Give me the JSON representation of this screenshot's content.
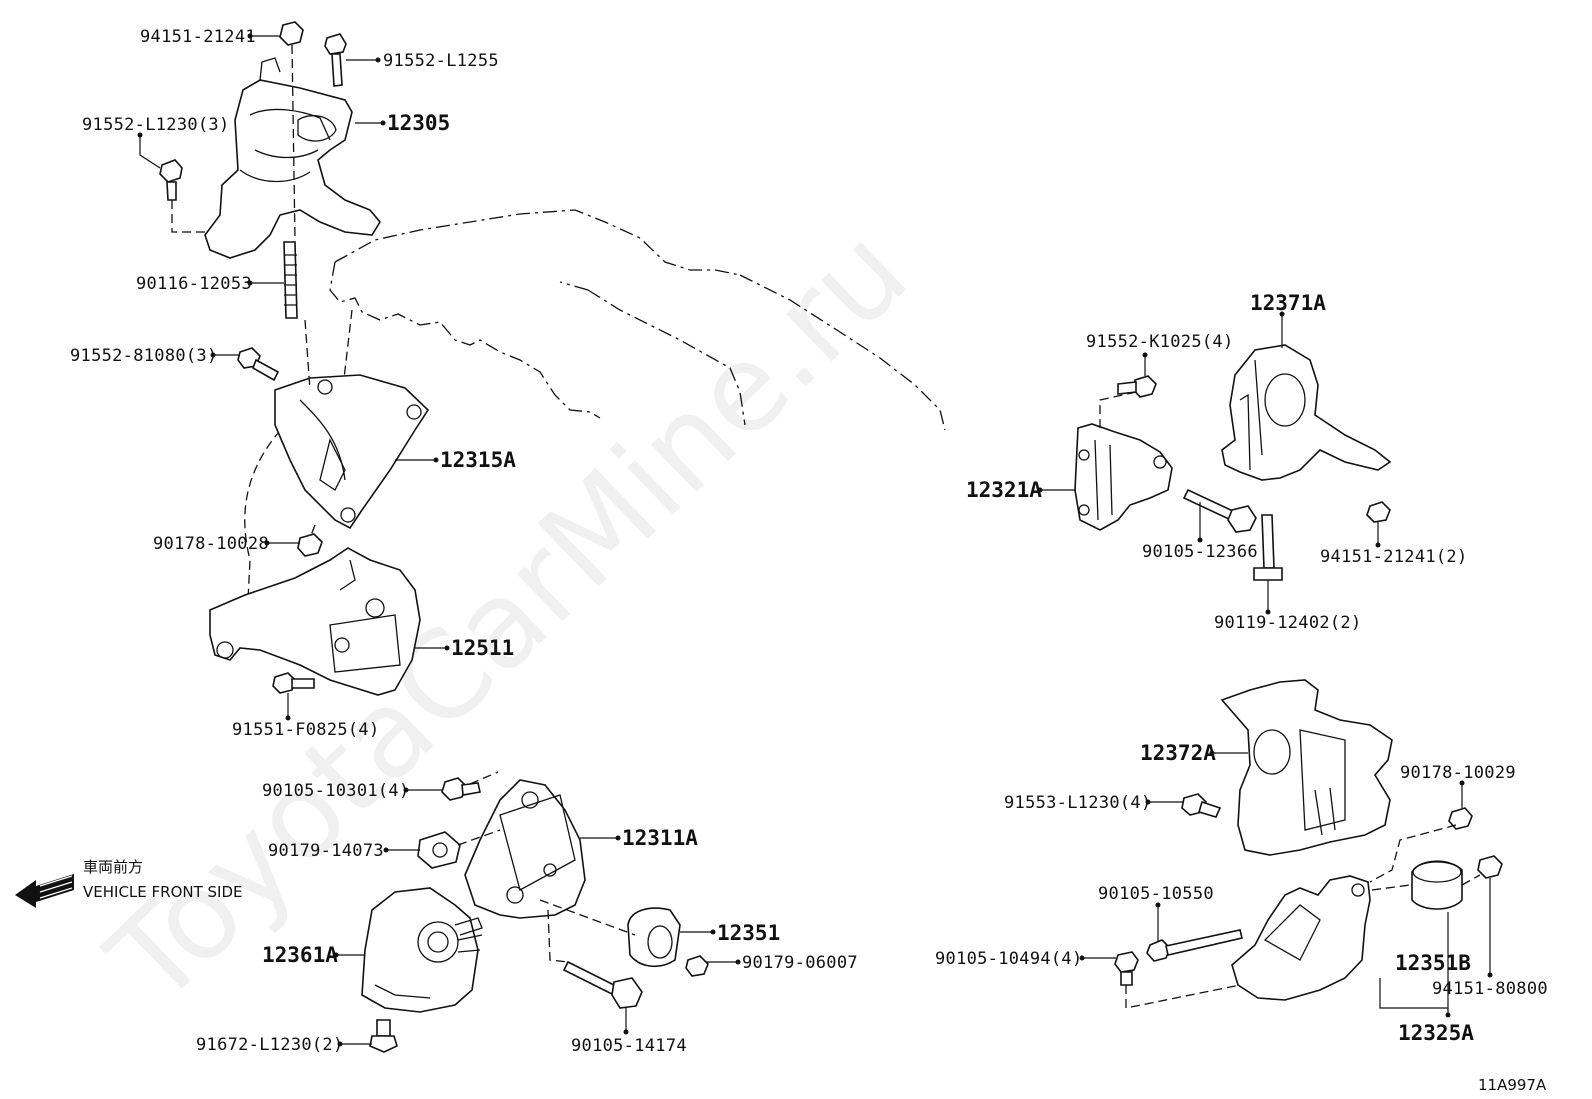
{
  "watermark": "ToyotaCarMine.ru",
  "direction": {
    "jp": "車両前方",
    "en": "VEHICLE FRONT SIDE"
  },
  "figure_code": "11A997A",
  "labels": {
    "p94151_21241": "94151-21241",
    "p91552_L1255": "91552-L1255",
    "p91552_L1230_3": "91552-L1230(3)",
    "p12305": "12305",
    "p90116_12053": "90116-12053",
    "p91552_81080_3": "91552-81080(3)",
    "p12315A": "12315A",
    "p90178_10028": "90178-10028",
    "p12511": "12511",
    "p91551_F0825_4": "91551-F0825(4)",
    "p90105_10301_4": "90105-10301(4)",
    "p12311A": "12311A",
    "p90179_14073": "90179-14073",
    "p12351": "12351",
    "p90179_06007": "90179-06007",
    "p12361A": "12361A",
    "p90105_14174": "90105-14174",
    "p91672_L1230_2": "91672-L1230(2)",
    "p12371A": "12371A",
    "p91552_K1025_4": "91552-K1025(4)",
    "p12321A": "12321A",
    "p90105_12366": "90105-12366",
    "p94151_21241_2": "94151-21241(2)",
    "p90119_12402_2": "90119-12402(2)",
    "p12372A": "12372A",
    "p90178_10029": "90178-10029",
    "p91553_L1230_4": "91553-L1230(4)",
    "p90105_10550": "90105-10550",
    "p90105_10494_4": "90105-10494(4)",
    "p12351B": "12351B",
    "p94151_80800": "94151-80800",
    "p12325A": "12325A"
  }
}
